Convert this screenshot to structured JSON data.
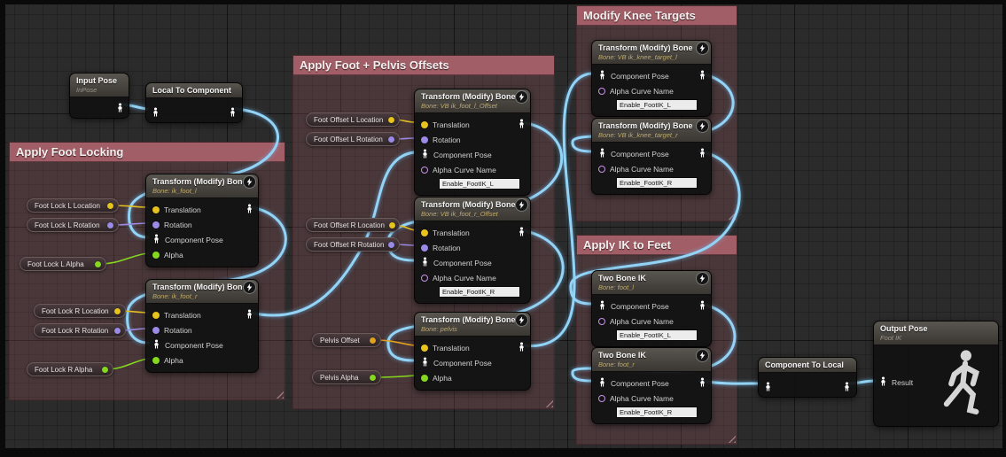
{
  "comments": {
    "foot_locking": {
      "title": "Apply Foot Locking"
    },
    "offsets": {
      "title": "Apply Foot + Pelvis Offsets"
    },
    "knee_targets": {
      "title": "Modify Knee Targets"
    },
    "apply_ik": {
      "title": "Apply IK to Feet"
    }
  },
  "labels": {
    "transform_modify_bone": "Transform (Modify) Bone",
    "two_bone_ik": "Two Bone IK",
    "translation": "Translation",
    "rotation": "Rotation",
    "component_pose": "Component Pose",
    "alpha": "Alpha",
    "alpha_curve_name": "Alpha Curve Name",
    "result": "Result"
  },
  "nodes": {
    "input_pose": {
      "title": "Input Pose",
      "subtitle": "InPose"
    },
    "local_to_component": {
      "title": "Local To Component"
    },
    "component_to_local": {
      "title": "Component To Local"
    },
    "output_pose": {
      "title": "Output Pose",
      "subtitle": "Foot IK"
    },
    "tmb_ik_foot_l": {
      "bone": "Bone: ik_foot_l"
    },
    "tmb_ik_foot_r": {
      "bone": "Bone: ik_foot_r"
    },
    "tmb_vb_ik_foot_l_offset": {
      "bone": "Bone: VB ik_foot_l_Offset",
      "curve": "Enable_FootIK_L"
    },
    "tmb_vb_ik_foot_r_offset": {
      "bone": "Bone: VB ik_foot_r_Offset",
      "curve": "Enable_FootIK_R"
    },
    "tmb_pelvis": {
      "bone": "Bone: pelvis"
    },
    "tmb_vb_ik_knee_target_l": {
      "bone": "Bone: VB ik_knee_target_l",
      "curve": "Enable_FootIK_L"
    },
    "tmb_vb_ik_knee_target_r": {
      "bone": "Bone: VB ik_knee_target_r",
      "curve": "Enable_FootIK_R"
    },
    "two_bone_ik_foot_l": {
      "bone": "Bone: foot_l",
      "curve": "Enable_FootIK_L"
    },
    "two_bone_ik_foot_r": {
      "bone": "Bone: foot_r",
      "curve": "Enable_FootIK_R"
    }
  },
  "variables": {
    "foot_lock_l_location": "Foot Lock L Location",
    "foot_lock_l_rotation": "Foot Lock L Rotation",
    "foot_lock_l_alpha": "Foot Lock L Alpha",
    "foot_lock_r_location": "Foot Lock R Location",
    "foot_lock_r_rotation": "Foot Lock R Rotation",
    "foot_lock_r_alpha": "Foot Lock R Alpha",
    "foot_offset_l_location": "Foot Offset L Location",
    "foot_offset_l_rotation": "Foot Offset L Rotation",
    "foot_offset_r_location": "Foot Offset R Location",
    "foot_offset_r_rotation": "Foot Offset R Rotation",
    "pelvis_offset": "Pelvis Offset",
    "pelvis_alpha": "Pelvis Alpha"
  },
  "colors": {
    "comment_header": "#a25e66",
    "comment_body": "rgba(150,85,92,0.28)",
    "pose_wire": "#93d4f6",
    "vector_pin": "#e6c31d",
    "rotator_pin": "#9b8ae6",
    "float_pin": "#86d81f",
    "name_pin": "#c591e6",
    "pelvis_offset_pin": "#e0a020"
  }
}
